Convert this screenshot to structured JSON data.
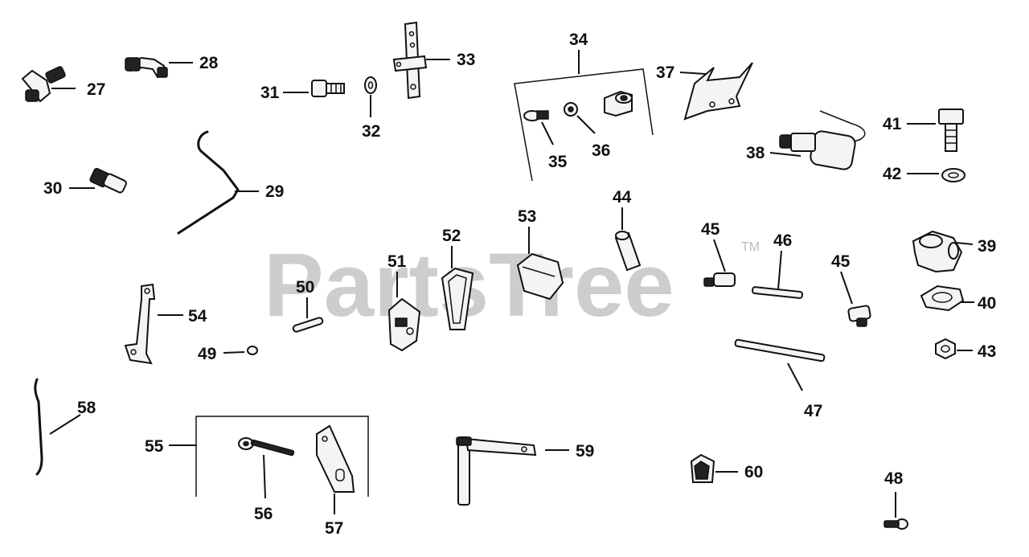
{
  "watermark": {
    "text": "PartsTree",
    "tm": "TM"
  },
  "callouts": {
    "c27": "27",
    "c28": "28",
    "c29": "29",
    "c30": "30",
    "c31": "31",
    "c32": "32",
    "c33": "33",
    "c34": "34",
    "c35": "35",
    "c36": "36",
    "c37": "37",
    "c38": "38",
    "c39": "39",
    "c40": "40",
    "c41": "41",
    "c42": "42",
    "c43": "43",
    "c44": "44",
    "c45a": "45",
    "c45b": "45",
    "c46": "46",
    "c47": "47",
    "c48": "48",
    "c49": "49",
    "c50": "50",
    "c51": "51",
    "c52": "52",
    "c53": "53",
    "c54": "54",
    "c55": "55",
    "c56": "56",
    "c57": "57",
    "c58": "58",
    "c59": "59",
    "c60": "60"
  },
  "icons": {
    "elbow-fitting": "27",
    "elbow-fitting-small": "28",
    "governor-spring": "29",
    "adapter-fitting": "30",
    "screw": "31",
    "washer": "32",
    "control-lever": "33",
    "panel-kit": "34",
    "panel-screw": "35",
    "panel-washer": "36",
    "bracket": "37",
    "solenoid": "38",
    "elbow-housing": "39",
    "gasket": "40",
    "bolt": "41",
    "washer-flat": "42",
    "nut": "43",
    "sleeve": "44",
    "swivel": "45",
    "stud-short": "46",
    "stud-long": "47",
    "cap-screw": "48",
    "small-nut": "49",
    "pin": "50",
    "choke-bracket": "51",
    "cover-gasket": "52",
    "cover": "53",
    "link-bracket": "54",
    "kit": "55",
    "eye-bolt": "56",
    "plate": "57",
    "link-rod": "58",
    "lever-shaft": "59",
    "clip": "60"
  }
}
